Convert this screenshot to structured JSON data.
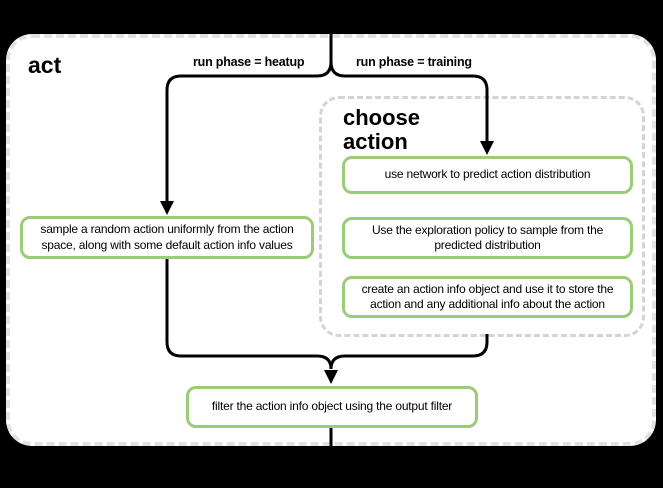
{
  "diagram": {
    "title": "act",
    "branches": {
      "heatup_label": "run phase = heatup",
      "training_label": "run phase = training"
    },
    "group": {
      "title": "choose action"
    },
    "nodes": {
      "sample": "sample a random action uniformly from the action space, along with some default action info values",
      "predict": "use network to predict action distribution",
      "explore": "Use the exploration policy to sample from the predicted distribution",
      "create_info": "create an action info object and use it to store the action and any additional info about the action",
      "filter": "filter the action info object using the output filter"
    },
    "colors": {
      "background": "#000000",
      "surface": "#ffffff",
      "frame_border": "#e2e2e2",
      "group_border": "#d4d4d4",
      "node_border": "#9ccc77",
      "flow_line": "#000000",
      "text": "#000000"
    }
  }
}
